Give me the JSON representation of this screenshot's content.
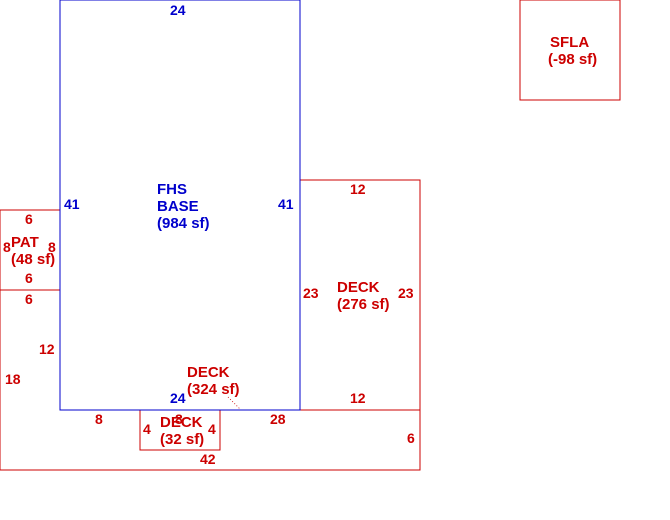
{
  "areas": {
    "base": {
      "name_line1": "FHS",
      "name_line2": "BASE",
      "area": "(984 sf)",
      "color": "#0000cc",
      "dims": {
        "top": "24",
        "left": "41",
        "right": "41",
        "bottom": "24"
      }
    },
    "deck_right": {
      "name": "DECK",
      "area": "(276 sf)",
      "color": "#cc0000",
      "dims": {
        "top": "12",
        "left": "23",
        "right": "23",
        "bottom": "12"
      }
    },
    "patio": {
      "name": "PAT",
      "area": "(48 sf)",
      "color": "#cc0000",
      "dims": {
        "top": "6",
        "left": "8",
        "right": "8",
        "bottom": "6"
      }
    },
    "deck_bottom": {
      "name": "DECK",
      "area": "(324 sf)",
      "color": "#cc0000",
      "dims": {
        "top_a": "6",
        "left_upper": "12",
        "left_lower": "18",
        "top_b": "8",
        "top_c": "28",
        "right": "6",
        "bottom": "42"
      }
    },
    "deck_small": {
      "name": "DECK",
      "area": "(32 sf)",
      "color": "#cc0000",
      "dims": {
        "top": "8",
        "left": "4",
        "right": "4"
      }
    },
    "sfla": {
      "name": "SFLA",
      "area": "(-98 sf)",
      "color": "#cc0000"
    }
  }
}
